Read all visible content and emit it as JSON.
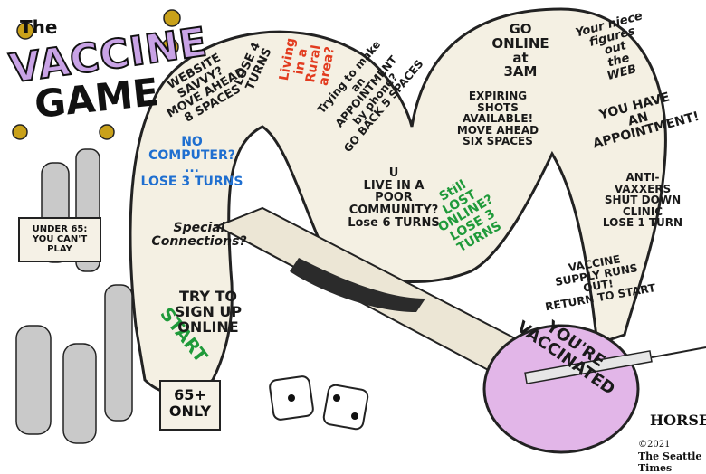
{
  "title": {
    "the": "The",
    "vaccine": "VACCINE",
    "game": "GAME"
  },
  "spaces": [
    {
      "id": "start",
      "text": "START",
      "color": "#8fd16a"
    },
    {
      "id": "try-online",
      "text": "TRY TO\nSIGN UP\nONLINE",
      "color": "#f8d7a6"
    },
    {
      "id": "special-connections",
      "text": "Special\nConnections?",
      "color": "#f6f2d6"
    },
    {
      "id": "no-computer",
      "text": "NO\nCOMPUTER?\n...\nLOSE 3 TURNS",
      "color": "#bfe6f3"
    },
    {
      "id": "website-savvy",
      "text": "WEBSITE\nSAVVY?\nMOVE AHEAD\n8 SPACES",
      "color": "#d7e7b8"
    },
    {
      "id": "lose-4",
      "text": "LOSE 4 TURNS",
      "color": "#f6f2d6"
    },
    {
      "id": "rural-area",
      "text": "Living\nin a\nRural\narea?",
      "color": "#c8ecd6"
    },
    {
      "id": "appointment-phone",
      "text": "Trying to make\nan\nAPPOINTMENT\nby phone?\nGO BACK 5 SPACES",
      "color": "#f8d7a6"
    },
    {
      "id": "poor-community",
      "text": "U\nLIVE IN A\nPOOR\nCOMMUNITY?\nLose 6 TURNS",
      "color": "#f8d7a6"
    },
    {
      "id": "still-lost",
      "text": "Still\nLOST\nONLINE?\nLOSE 3 TURNS",
      "color": "#d7e7b8"
    },
    {
      "id": "expiring-shots",
      "text": "EXPIRING\nSHOTS\nAVAILABLE!\nMOVE AHEAD\nSIX SPACES",
      "color": "#bfe6f3"
    },
    {
      "id": "go-online-3am",
      "text": "GO\nONLINE\nat\n3AM",
      "color": "#f6f2d6"
    },
    {
      "id": "niece-web",
      "text": "Your niece\nfigures\nout\nthe\nWEB",
      "color": "#f8d7a6"
    },
    {
      "id": "you-have-appointment",
      "text": "YOU HAVE\nAN\nAPPOINTMENT!",
      "color": "#f6c23a"
    },
    {
      "id": "anti-vaxxers",
      "text": "ANTI-\nVAXXERS\nSHUT DOWN\nCLINIC\nLOSE 1 TURN",
      "color": "#d7e7b8"
    },
    {
      "id": "supply-runs-out",
      "text": "VACCINE\nSUPPLY RUNS\nOUT!\nRETURN TO START",
      "color": "#bfe6f3"
    },
    {
      "id": "vaccinated",
      "text": "YOU'RE\nVACCINATED",
      "color": "#e2b6e8"
    }
  ],
  "signs": {
    "under65": "UNDER 65:\nYOU CAN'T PLAY",
    "over65": "65+\nONLY"
  },
  "credits": {
    "artist": "HORSEY",
    "year": "©2021",
    "paper": "The Seattle Times"
  },
  "icons": [
    "virus-icon",
    "dice-icon",
    "syringe-icon",
    "slide-icon",
    "arrow-icon",
    "star-icon"
  ]
}
